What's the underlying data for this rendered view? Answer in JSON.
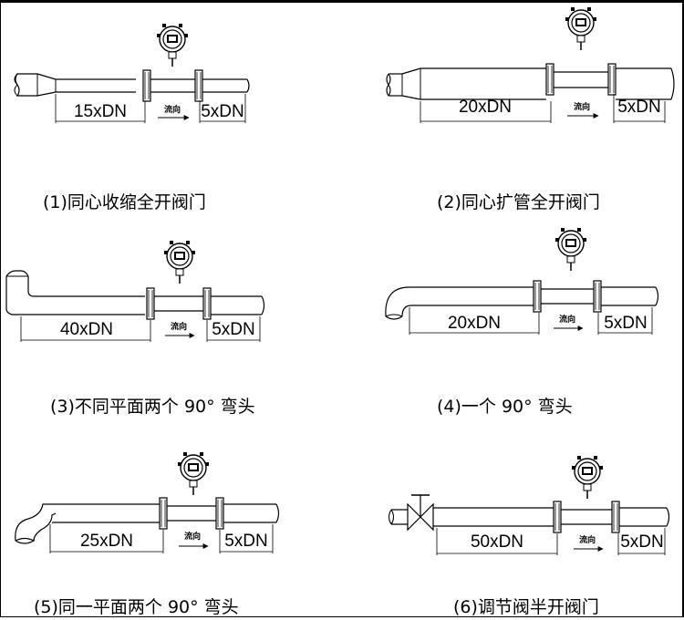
{
  "panels": [
    {
      "caption": "(1)同心收缩全开阀门",
      "upstream": "15xDN",
      "downstream": "5xDN",
      "flow": "流向"
    },
    {
      "caption": "(2)同心扩管全开阀门",
      "upstream": "20xDN",
      "downstream": "5xDN",
      "flow": "流向"
    },
    {
      "caption": "(3)不同平面两个 90° 弯头",
      "upstream": "40xDN",
      "downstream": "5xDN",
      "flow": "流向"
    },
    {
      "caption": "(4)一个 90° 弯头",
      "upstream": "20xDN",
      "downstream": "5xDN",
      "flow": "流向"
    },
    {
      "caption": "(5)同一平面两个 90° 弯头",
      "upstream": "25xDN",
      "downstream": "5xDN",
      "flow": "流向"
    },
    {
      "caption": "(6)调节阀半开阀门",
      "upstream": "50xDN",
      "downstream": "5xDN",
      "flow": "流向"
    }
  ]
}
